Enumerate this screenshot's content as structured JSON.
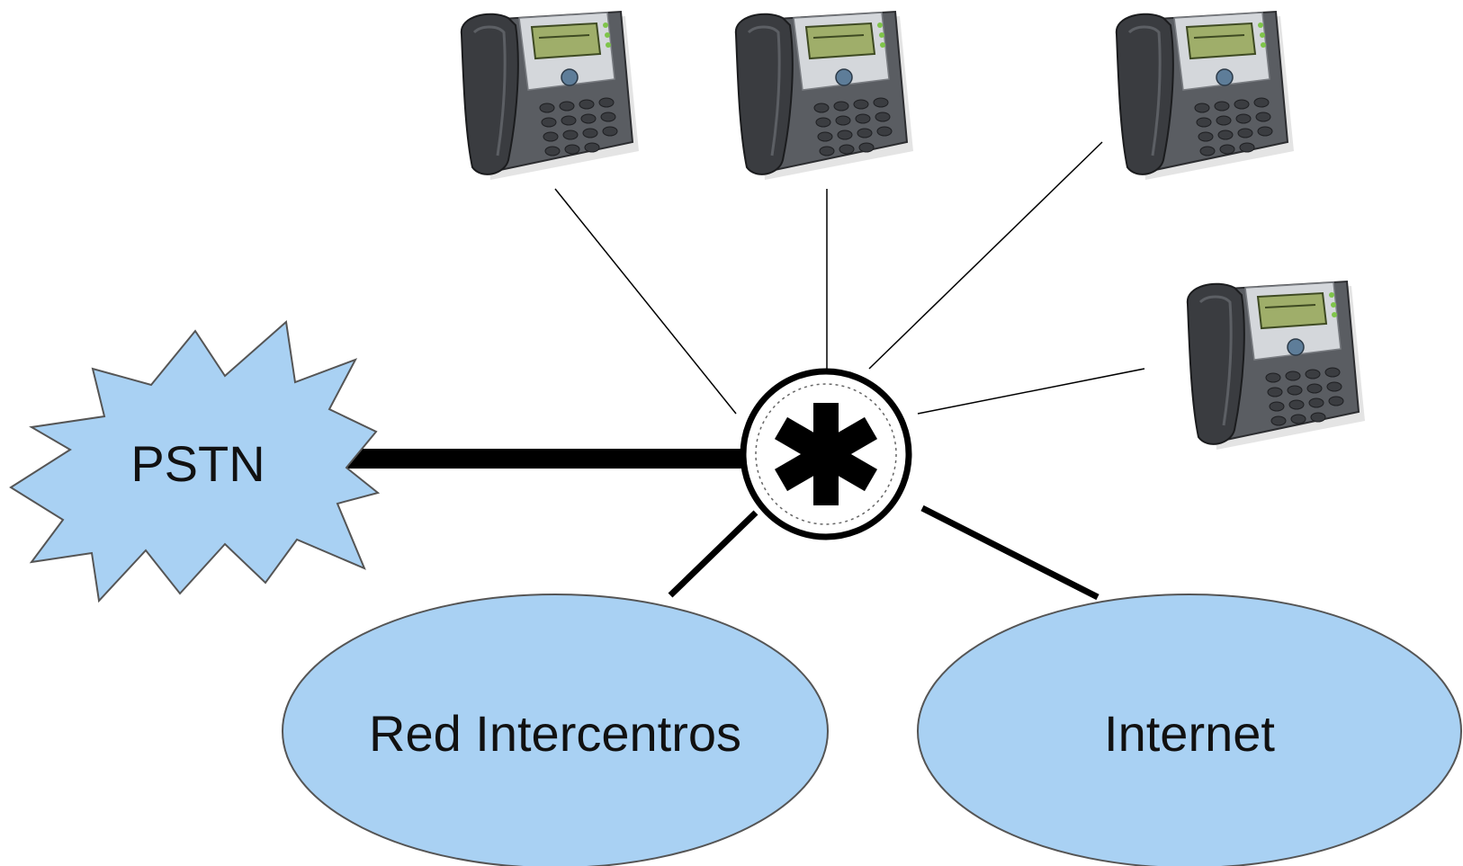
{
  "nodes": {
    "pstn": {
      "label": "PSTN",
      "fill": "#a9d1f3",
      "stroke": "#555555"
    },
    "red_intercentros": {
      "label": "Red Intercentros",
      "fill": "#a9d1f3",
      "stroke": "#555555"
    },
    "internet": {
      "label": "Internet",
      "fill": "#a9d1f3",
      "stroke": "#555555"
    },
    "asterisk_hub": {
      "icon": "asterisk-logo-icon",
      "glyph": "*"
    }
  },
  "phones": [
    {
      "icon": "ip-phone-icon"
    },
    {
      "icon": "ip-phone-icon"
    },
    {
      "icon": "ip-phone-icon"
    },
    {
      "icon": "ip-phone-icon"
    }
  ],
  "colors": {
    "link": "#000000",
    "phone_body": "#4f5257",
    "phone_handset": "#3a3c40",
    "phone_screen": "#9fae6a",
    "phone_faceplate": "#d4d7db"
  }
}
